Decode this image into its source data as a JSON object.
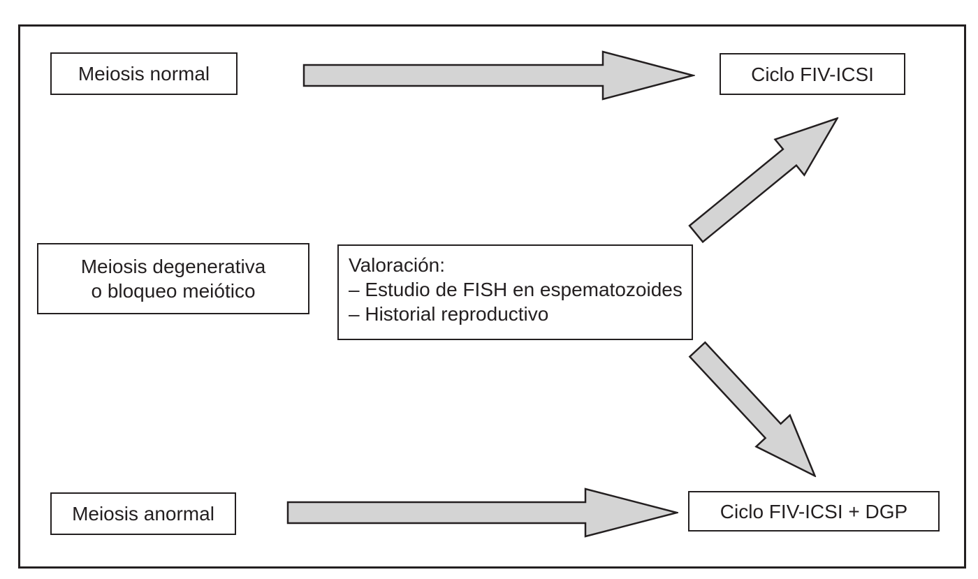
{
  "colors": {
    "background": "#ffffff",
    "frame_border": "#231f20",
    "box_border": "#231f20",
    "text": "#231f20",
    "arrow_fill": "#d4d4d4",
    "arrow_stroke": "#231f20"
  },
  "nodes": {
    "meiosis_normal": {
      "label": "Meiosis normal"
    },
    "ciclo_fiv_icsi": {
      "label": "Ciclo FIV-ICSI"
    },
    "meiosis_degenerativa": {
      "line1": "Meiosis degenerativa",
      "line2": "o bloqueo meiótico"
    },
    "valoracion": {
      "heading": "Valoración:",
      "bullets": [
        "– Estudio de FISH en espematozoides",
        "– Historial reproductivo"
      ]
    },
    "meiosis_anormal": {
      "label": "Meiosis anormal"
    },
    "ciclo_fiv_icsi_dgp": {
      "label": "Ciclo FIV-ICSI + DGP"
    }
  },
  "edges": [
    {
      "from": "meiosis_normal",
      "to": "ciclo_fiv_icsi",
      "style": "horizontal-block-arrow"
    },
    {
      "from": "valoracion",
      "to": "ciclo_fiv_icsi",
      "style": "diagonal-block-arrow-up"
    },
    {
      "from": "valoracion",
      "to": "ciclo_fiv_icsi_dgp",
      "style": "diagonal-block-arrow-down"
    },
    {
      "from": "meiosis_anormal",
      "to": "ciclo_fiv_icsi_dgp",
      "style": "horizontal-block-arrow"
    }
  ]
}
